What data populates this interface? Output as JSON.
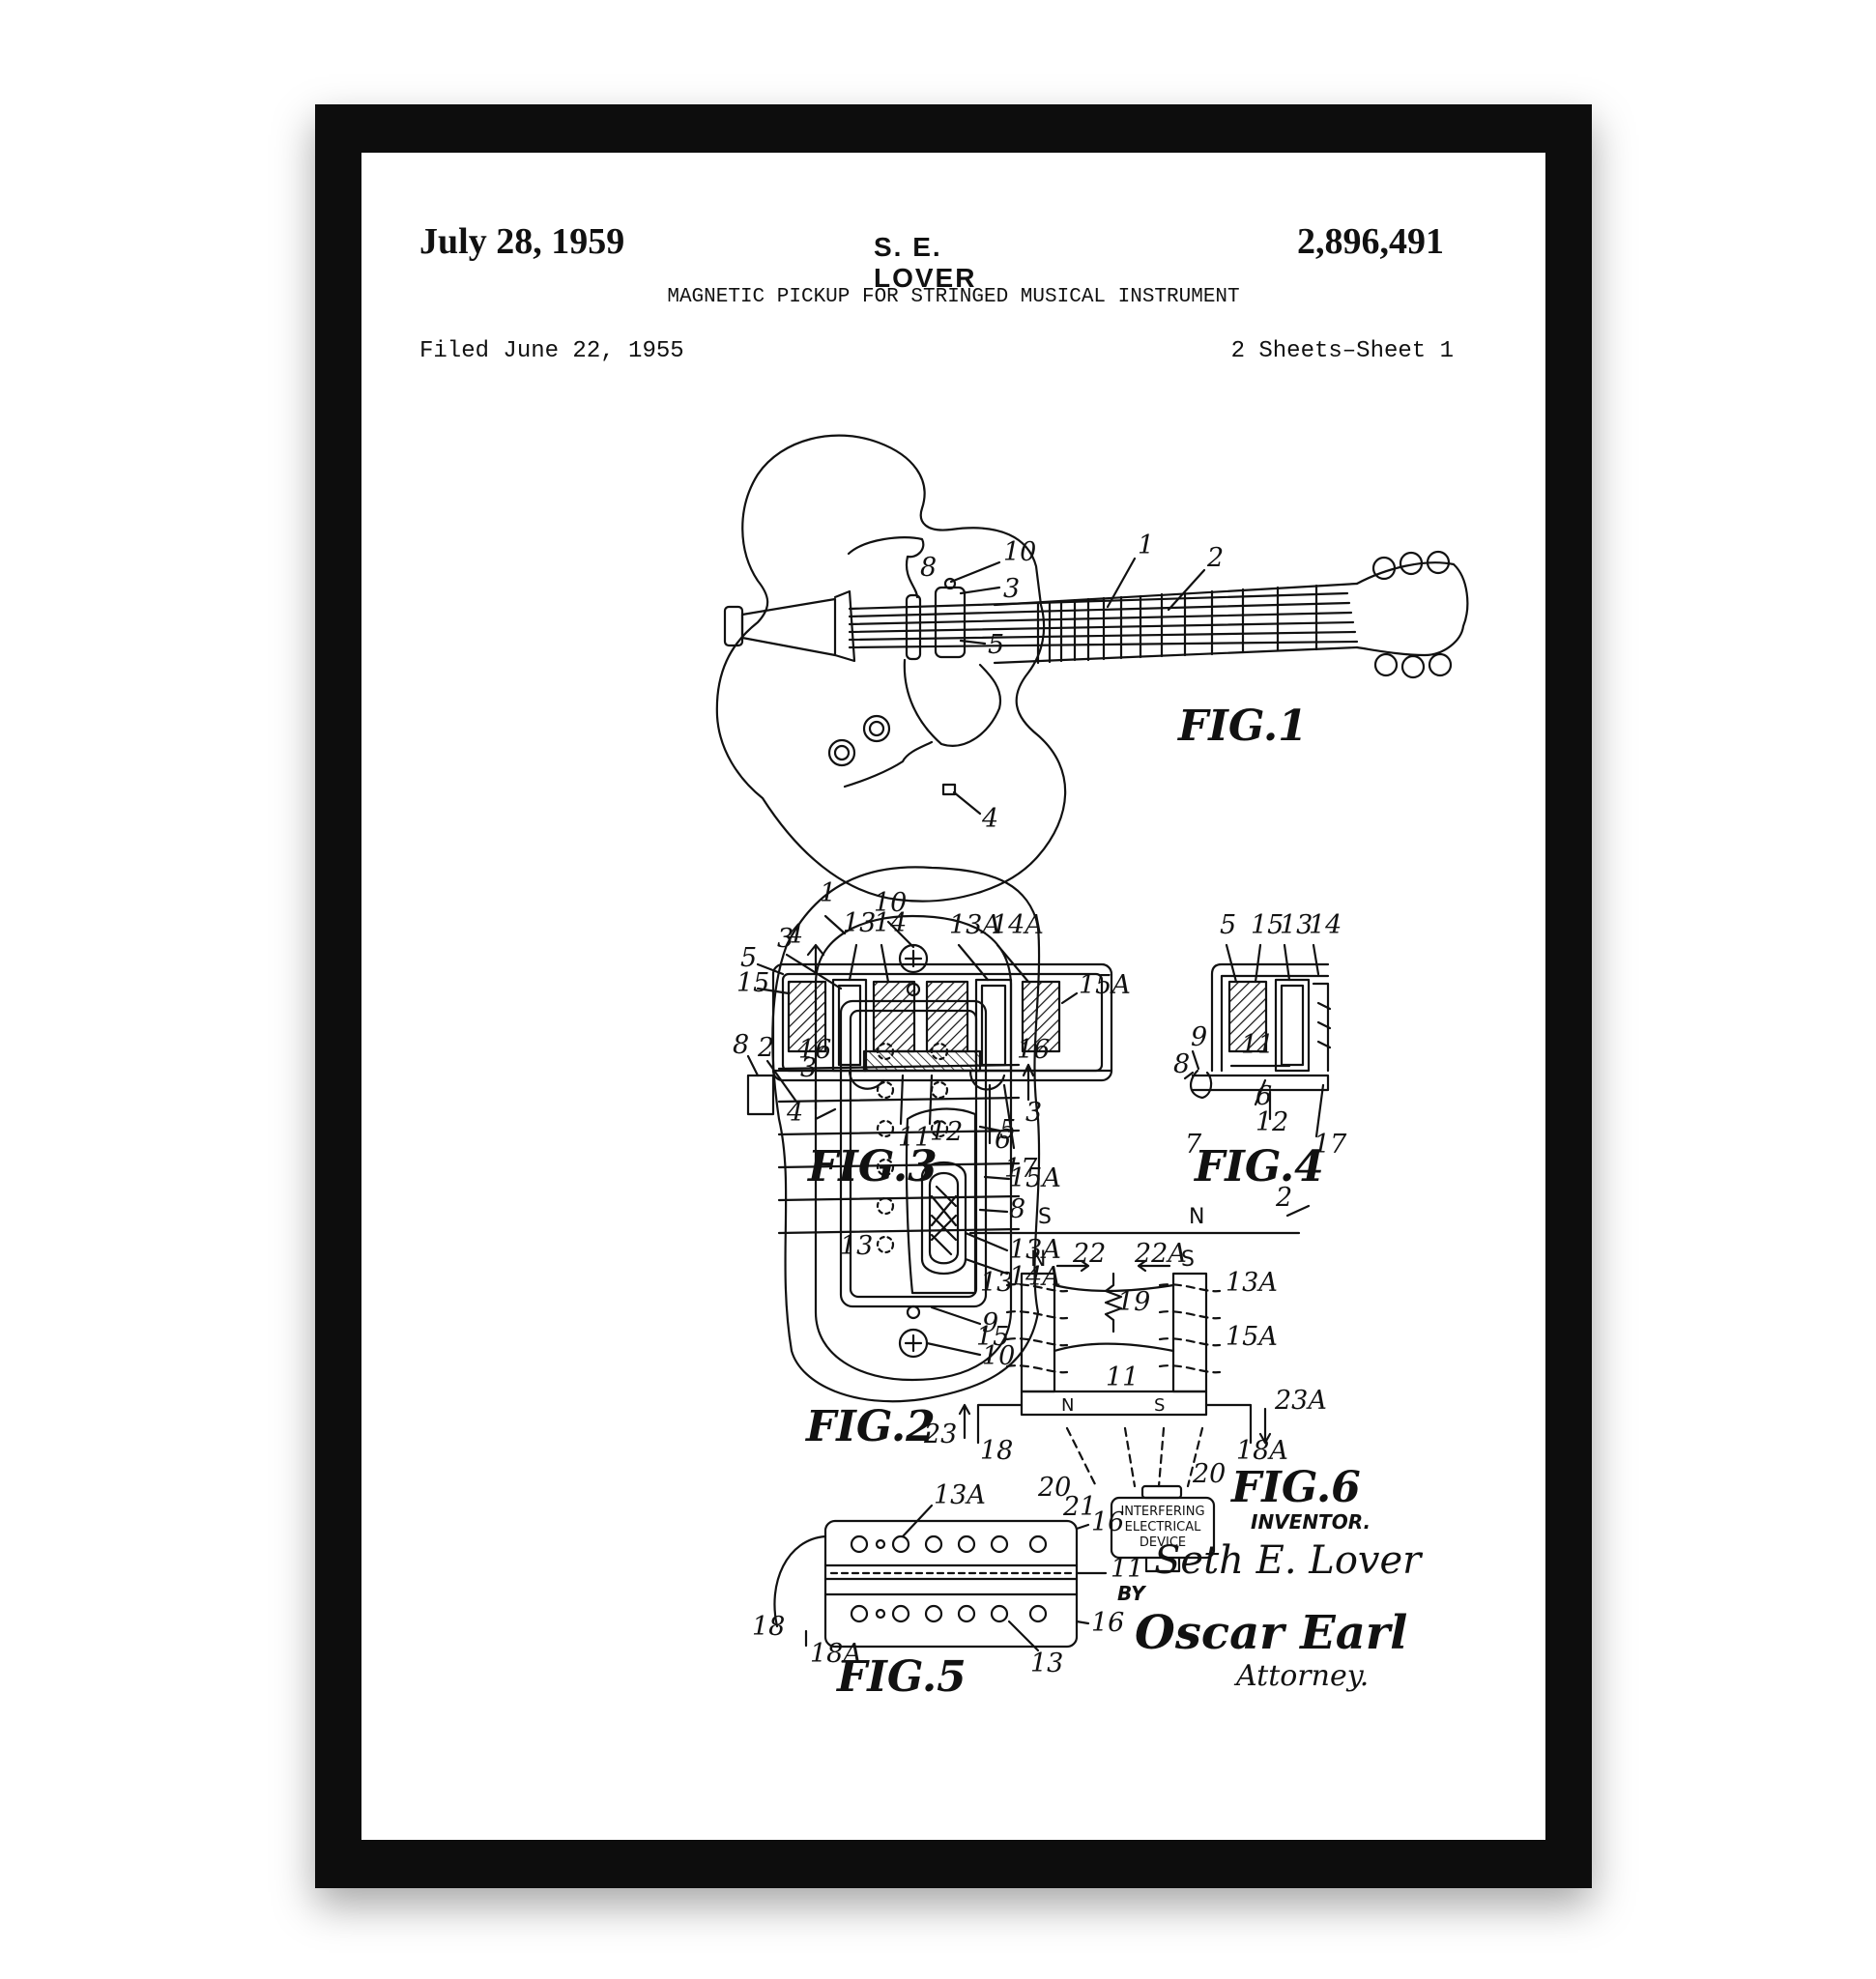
{
  "header": {
    "date": "July 28, 1959",
    "inventor_name": "S. E. LOVER",
    "patent_number": "2,896,491",
    "title": "MAGNETIC PICKUP FOR STRINGED MUSICAL INSTRUMENT",
    "filed": "Filed June 22, 1955",
    "sheets": "2 Sheets–Sheet 1"
  },
  "figures": {
    "fig1": "FIG.1",
    "fig2": "FIG.2",
    "fig3": "FIG.3",
    "fig4": "FIG.4",
    "fig5": "FIG.5",
    "fig6": "FIG.6"
  },
  "fig6_text": {
    "pole_s": "S",
    "pole_n": "N",
    "device_line1": "INTERFERING",
    "device_line2": "ELECTRICAL",
    "device_line3": "DEVICE"
  },
  "signature": {
    "inventor_label": "INVENTOR.",
    "inventor_signature": "Seth E. Lover",
    "by": "BY",
    "attorney_signature": "Oscar Earl",
    "attorney": "Attorney."
  },
  "colors": {
    "frame": "#0d0d0d",
    "paper": "#ffffff",
    "ink": "#111111"
  }
}
